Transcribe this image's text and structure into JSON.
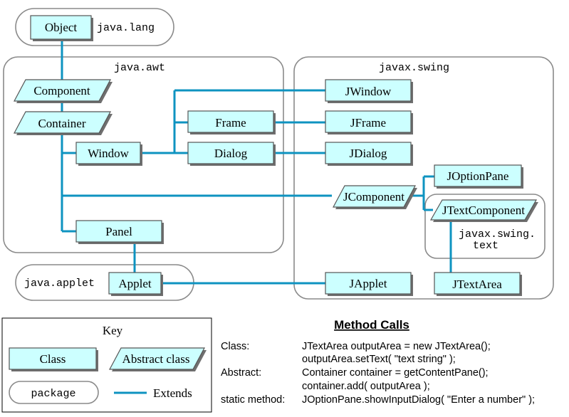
{
  "packages": {
    "java_lang": "java.lang",
    "java_awt": "java.awt",
    "javax_swing": "javax.swing",
    "java_applet": "java.applet",
    "javax_swing_text_line1": "javax.swing.",
    "javax_swing_text_line2": "text"
  },
  "classes": {
    "object": "Object",
    "component": "Component",
    "container": "Container",
    "window": "Window",
    "frame": "Frame",
    "dialog": "Dialog",
    "panel": "Panel",
    "applet": "Applet",
    "jwindow": "JWindow",
    "jframe": "JFrame",
    "jdialog": "JDialog",
    "joptionpane": "JOptionPane",
    "jcomponent": "JComponent",
    "jtextcomponent": "JTextComponent",
    "jtextarea": "JTextArea",
    "japplet": "JApplet"
  },
  "key": {
    "title": "Key",
    "class_label": "Class",
    "abstract_label": "Abstract class",
    "package_label": "package",
    "extends_label": "Extends"
  },
  "method_calls": {
    "heading": "Method Calls",
    "rows": [
      {
        "label": "Class:",
        "code": [
          "JTextArea outputArea = new JTextArea();",
          "outputArea.setText( \"text string\" );"
        ]
      },
      {
        "label": "Abstract:",
        "code": [
          "Container container = getContentPane();",
          "container.add( outputArea );"
        ]
      },
      {
        "label": "static method:",
        "code": [
          "JOptionPane.showInputDialog( \"Enter a number\" );"
        ]
      }
    ]
  },
  "colors": {
    "class_fill": "#ccffff",
    "extends_line": "#0e93c0",
    "package_border": "#8a8a8a"
  }
}
